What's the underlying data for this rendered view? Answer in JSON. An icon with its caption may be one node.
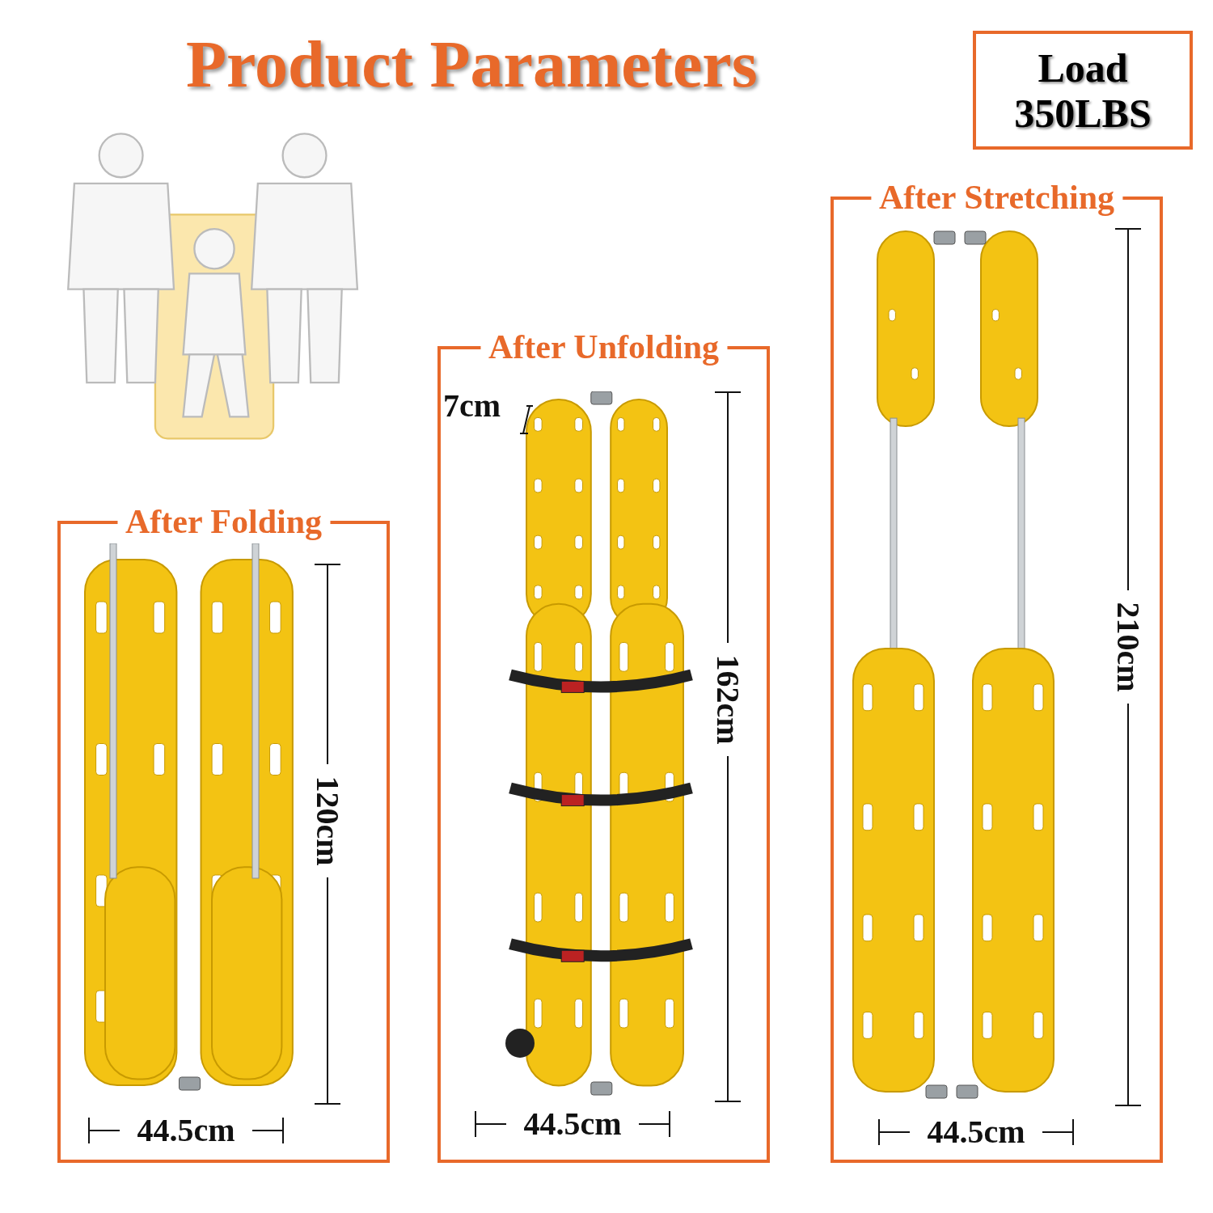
{
  "diagram": {
    "title": "Product Parameters",
    "nodes": [
      {
        "text": [
          "Load 350LBS"
        ]
      },
      {
        "text": [],
        "shape": "picture"
      },
      {
        "text": [
          "After Folding"
        ]
      },
      {
        "text": [],
        "shape": "picture",
        "in": 2,
        "beside": [
          "120cm",
          "44.5cm"
        ]
      },
      {
        "text": [
          "After Unfolding"
        ]
      },
      {
        "text": [],
        "shape": "picture",
        "in": 4,
        "beside": [
          "7cm",
          "162cm",
          "44.5cm"
        ]
      },
      {
        "text": [
          "After Stretching"
        ]
      },
      {
        "text": [],
        "shape": "picture",
        "in": 6,
        "beside": [
          "210cm",
          "44.5cm"
        ]
      }
    ],
    "edges": []
  }
}
